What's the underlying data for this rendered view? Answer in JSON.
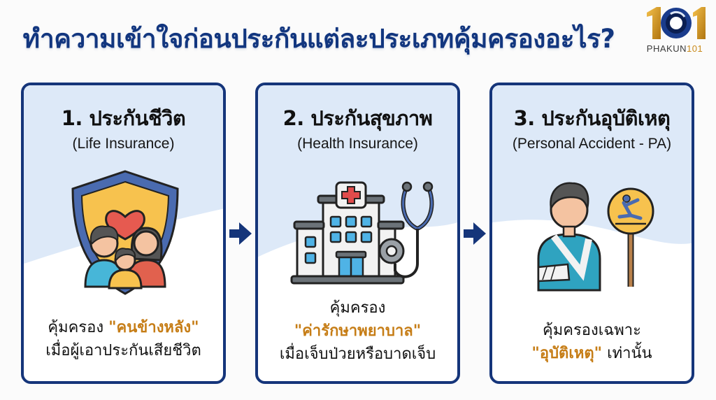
{
  "header": {
    "title": "ทำความเข้าใจก่อนประกันแต่ละประเภทคุ้มครองอะไร?",
    "logo": {
      "number": "101",
      "brand_prefix": "PHAKUN",
      "brand_suffix": "101"
    }
  },
  "colors": {
    "title": "#12367f",
    "card_border": "#15357a",
    "highlight": "#c67d16",
    "arrow": "#15357a",
    "wave_bg": "#dde9f8"
  },
  "cards": [
    {
      "title": "1. ประกันชีวิต",
      "subtitle": "(Life Insurance)",
      "icon": "family-shield-heart-icon",
      "desc_prefix": "คุ้มครอง ",
      "desc_highlight": "\"คนข้างหลัง\"",
      "desc_suffix": "",
      "desc_line2": "เมื่อผู้เอาประกันเสียชีวิต"
    },
    {
      "title": "2. ประกันสุขภาพ",
      "subtitle": "(Health Insurance)",
      "icon": "hospital-stethoscope-icon",
      "desc_line1": "คุ้มครอง",
      "desc_highlight": "\"ค่ารักษาพยาบาล\"",
      "desc_line3": "เมื่อเจ็บป่วยหรือบาดเจ็บ"
    },
    {
      "title": "3. ประกันอุบัติเหตุ",
      "subtitle": "(Personal Accident - PA)",
      "icon": "injured-person-slip-sign-icon",
      "desc_line1": "คุ้มครองเฉพาะ",
      "desc_highlight": "\"อุบัติเหตุ\"",
      "desc_suffix": " เท่านั้น"
    }
  ],
  "arrows": [
    "arrow-right-icon",
    "arrow-right-icon"
  ]
}
